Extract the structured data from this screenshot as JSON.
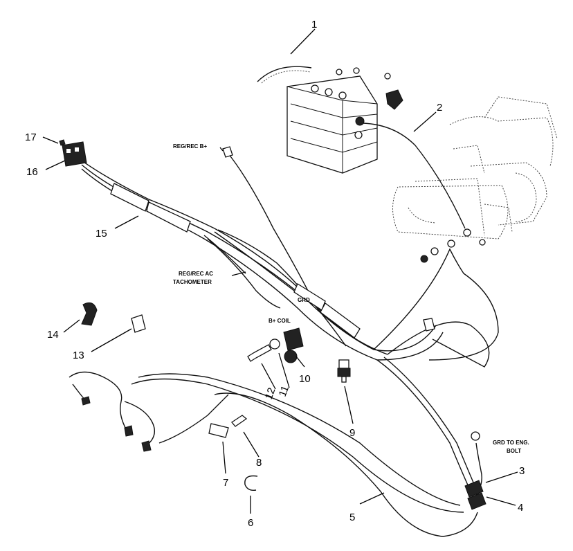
{
  "callouts": {
    "c1": "1",
    "c2": "2",
    "c3": "3",
    "c4": "4",
    "c5": "5",
    "c6": "6",
    "c7": "7",
    "c8": "8",
    "c9": "9",
    "c10": "10",
    "c11": "11",
    "c12": "12",
    "c13": "13",
    "c14": "14",
    "c15": "15",
    "c16": "16",
    "c17": "17"
  },
  "wire_labels": {
    "reg_rec_b": "REG/REC B+",
    "reg_rec_ac": "REG/REC AC",
    "tachometer": "TACHOMETER",
    "grd": "GRD",
    "b_coil": "B+ COIL",
    "grd_to_eng_line1": "GRD TO ENG.",
    "grd_to_eng_line2": "BOLT"
  }
}
